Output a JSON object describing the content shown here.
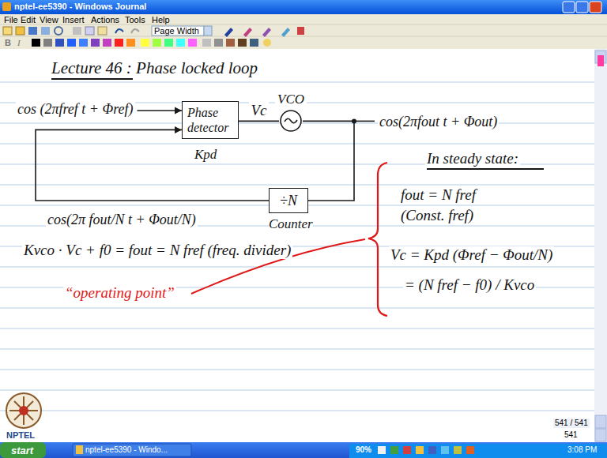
{
  "diagram": {
    "title": "Lecture 46 : Phase locked loop",
    "nodes": [
      {
        "text": [
          "Phase detector"
        ]
      },
      {
        "text": [
          "VCO"
        ]
      },
      {
        "text": [
          "÷N",
          "Counter"
        ]
      }
    ],
    "edges": [
      {
        "from": 0,
        "to": 1,
        "arrow": "none",
        "label": "Vc"
      },
      {
        "from": 1,
        "to": 2,
        "arrow": "none"
      },
      {
        "from": 2,
        "to": 0,
        "arrow": "to"
      }
    ],
    "labels": [
      "nptel-ee5390 - Windows Journal",
      "File",
      "Edit",
      "View",
      "Insert",
      "Actions",
      "Tools",
      "Help",
      "Page Width",
      "B",
      "I",
      "cos (2πfref t + Φref)",
      "Kpd",
      "cos(2πfout t + Φout)",
      "cos(2π fout/N t + Φout/N)",
      "Kvco · Vc + f0 = fout = N fref (freq. divider)",
      "“operating point”",
      "In steady state:",
      "fout = N fref",
      "(Const. fref)",
      "Vc = Kpd (Φref − Φout/N)",
      "= (N fref − f0) / Kvco",
      "541 / 541",
      "541",
      "NPTEL",
      "start",
      "nptel-ee5390 - Windo...",
      "90%",
      "3:08 PM"
    ]
  }
}
